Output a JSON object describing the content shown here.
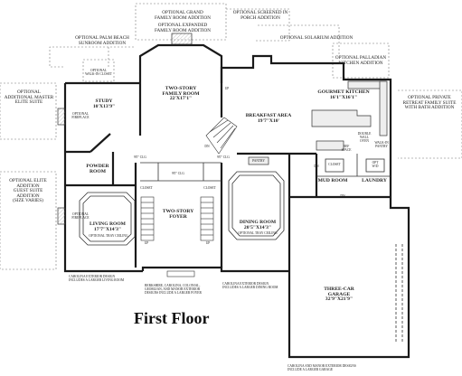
{
  "title": "First Floor",
  "rooms": {
    "study": "STUDY\n10'X13'9\"",
    "family": "TWO-STORY\nFAMILY ROOM\n22'X17'1\"",
    "breakfast": "BREAKFAST AREA\n19'7\"X10'",
    "kitchen": "GOURMET KITCHEN\n16'1\"X16'1\"",
    "powder": "POWDER\nROOM",
    "foyer": "TWO-STORY\nFOYER",
    "living": "LIVING ROOM\n17'7\"X14'3\"",
    "dining": "DINING ROOM\n20'5\"X14'3\"",
    "mud": "MUD ROOM",
    "laundry": "LAUNDRY",
    "garage": "THREE-CAR\nGARAGE\n32'9\"X21'9\""
  },
  "options": {
    "grand": "OPTIONAL GRAND\nFAMILY ROOM ADDITION",
    "screened": "OPTIONAL SCREENED IN\nPORCH ADDITION",
    "expanded": "OPTIONAL EXPANDED\nFAMILY ROOM ADDITION",
    "palm": "OPTIONAL PALM BEACH\nSUNROOM ADDITION",
    "solarium": "OPTIONAL SOLARIUM ADDITION",
    "palladian": "OPTIONAL PALLADIAN\nKITCHEN ADDITION",
    "master": "OPTIONAL\nADDITIONAL MASTER\nELITE SUITE",
    "retreat": "OPTIONAL PRIVATE\nRETREAT FAMILY SUITE\nWITH BATH ADDITION",
    "guest": "OPTIONAL ELITE\nADDITION\nGUEST SUITE ADDITION\n(SIZE VARIES)",
    "walkin_closet": "OPTIONAL\nWALK-IN CLOSET",
    "fireplace1": "OPTIONAL\nFIREPLACE",
    "fireplace2": "OPTIONAL\nFIREPLACE",
    "tray_living": "OPTIONAL TRAY CEILING",
    "tray_dining": "OPTIONAL TRAY CEILING"
  },
  "notes": {
    "n1": "CAROLINA EXTERIOR DESIGN\nINCLUDES A LARGER LIVING ROOM",
    "n2": "BERKSHIRE, CAROLINA, COLONIAL,\nGEORGIAN, AND MANOR EXTERIOR\nDESIGNS INCLUDE A LARGER FOYER",
    "n3": "CAROLINA EXTERIOR DESIGN\nINCLUDES A LARGER DINING ROOM",
    "n4": "CAROLINA AND MANOR EXTERIOR DESIGNS\nINCLUDE A LARGER GARAGE"
  },
  "small": {
    "up1": "UP",
    "dn1": "DN",
    "ceil1": "9'0\" CLG",
    "ceil2": "9'0\" CLG",
    "ceil3": "9'0\" CLG",
    "closet1": "CLOSET",
    "closet2": "CLOSET",
    "closet3": "CLOSET",
    "pantry": "PANTRY",
    "walkin_pantry": "WALK-IN\nPANTRY",
    "double_oven": "DOUBLE\nWALL\nOVEN",
    "ref": "REF\nSPACE",
    "opt_wd": "OPT\nW/D",
    "up2": "UP",
    "up3": "UP",
    "dn2": "DN",
    "dn3": "DN"
  }
}
